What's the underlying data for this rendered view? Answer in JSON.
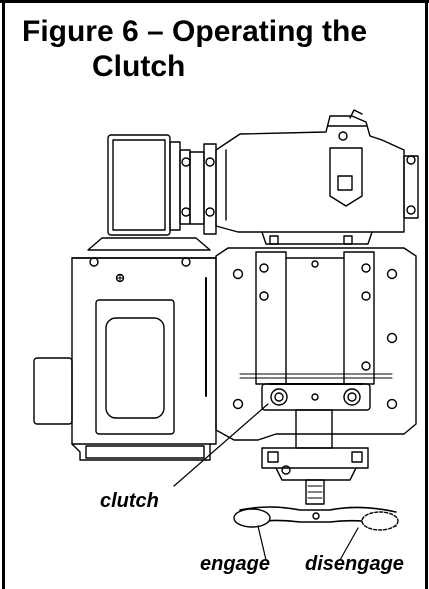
{
  "figure": {
    "title_line1": "Figure 6 – Operating the",
    "title_line2": "Clutch"
  },
  "labels": {
    "clutch": "clutch",
    "engage": "engage",
    "disengage": "disengage"
  }
}
